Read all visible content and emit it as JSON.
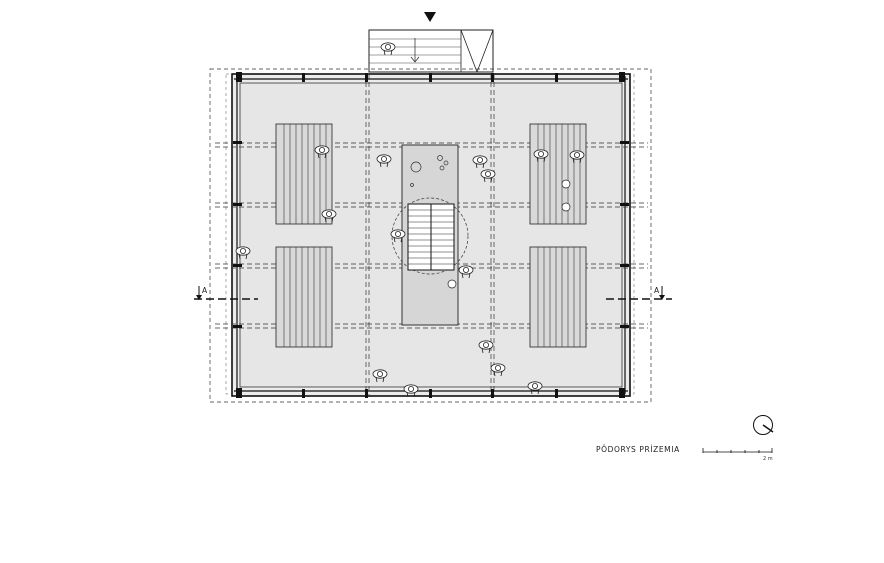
{
  "drawing": {
    "title": "PÔDORYS PRÍZEMIA",
    "scale_label": "2 m",
    "section_left": "A",
    "section_right": "A"
  }
}
